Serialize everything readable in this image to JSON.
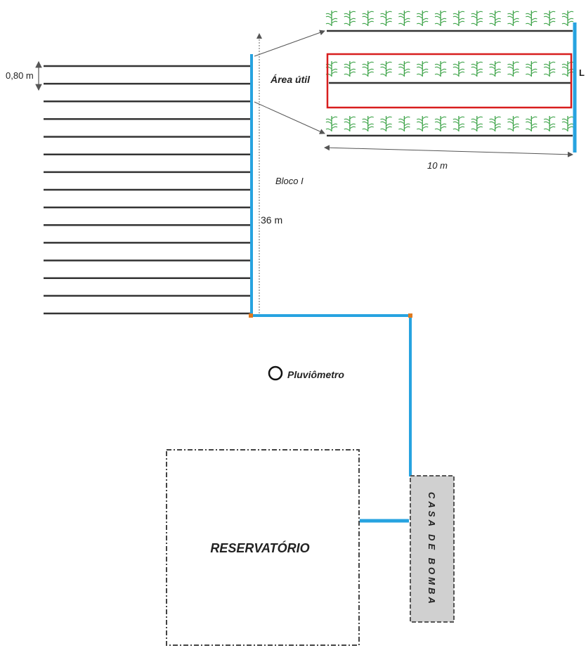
{
  "labels": {
    "row_spacing": "0,80 m",
    "area_util": "Área útil",
    "l_mark": "L",
    "length_plot": "10 m",
    "bloco": "Bloco I",
    "block_length": "36 m",
    "pluviometro": "Pluviômetro",
    "reservatorio": "RESERVATÓRIO",
    "casa_de_bomba": "CASA DE BOMBA"
  },
  "layout_counts": {
    "crop_rows": 15,
    "plants_per_detail_row": 14
  },
  "colors": {
    "pipe": "#27a3e0",
    "crop_row": "#333333",
    "useful_area_border": "#d81e1e",
    "plant": "#3fa44a",
    "pump_house_fill": "#d0d0d0",
    "pump_house_border": "#555555",
    "reservoir_border": "#444444",
    "connector": "#e07a1f"
  },
  "icons": {
    "plant": "plant-icon",
    "rain_gauge": "circle-icon"
  }
}
